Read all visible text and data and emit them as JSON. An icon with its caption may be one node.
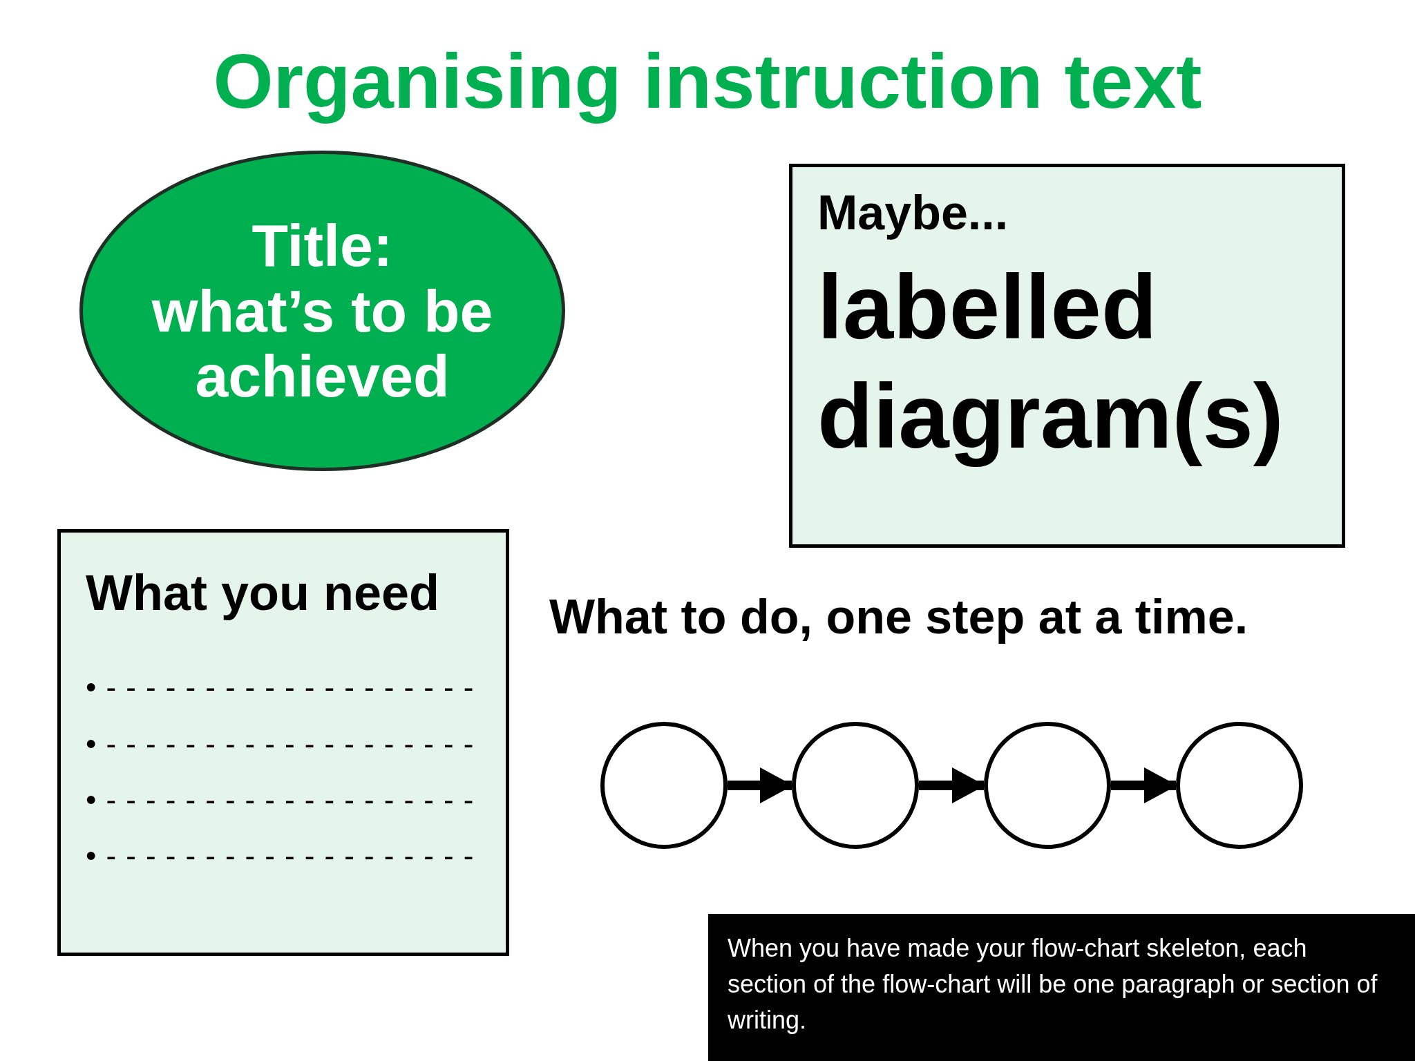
{
  "diagram": {
    "title": "Organising instruction text",
    "nodes": [
      {
        "text": [
          "Title:",
          "what’s to be achieved"
        ]
      },
      {
        "text": [
          "Maybe...",
          "labelled diagram(s)"
        ]
      },
      {
        "text": [
          "What you need",
          "•-------------------",
          "•-------------------",
          "•-------------------",
          "•-------------------"
        ]
      },
      {
        "text": [],
        "shape": "circle"
      },
      {
        "text": [],
        "shape": "circle"
      },
      {
        "text": [],
        "shape": "circle"
      },
      {
        "text": [],
        "shape": "circle"
      },
      {
        "text": [
          "When you have made your flow-chart skeleton, each section of the flow-chart will be one paragraph or section of writing."
        ]
      }
    ],
    "edges": [
      {
        "from": 3,
        "to": 4,
        "arrow": "to"
      },
      {
        "from": 4,
        "to": 5,
        "arrow": "to"
      },
      {
        "from": 5,
        "to": 6,
        "arrow": "to"
      }
    ],
    "labels": [
      "What to do, one step at a time."
    ]
  }
}
